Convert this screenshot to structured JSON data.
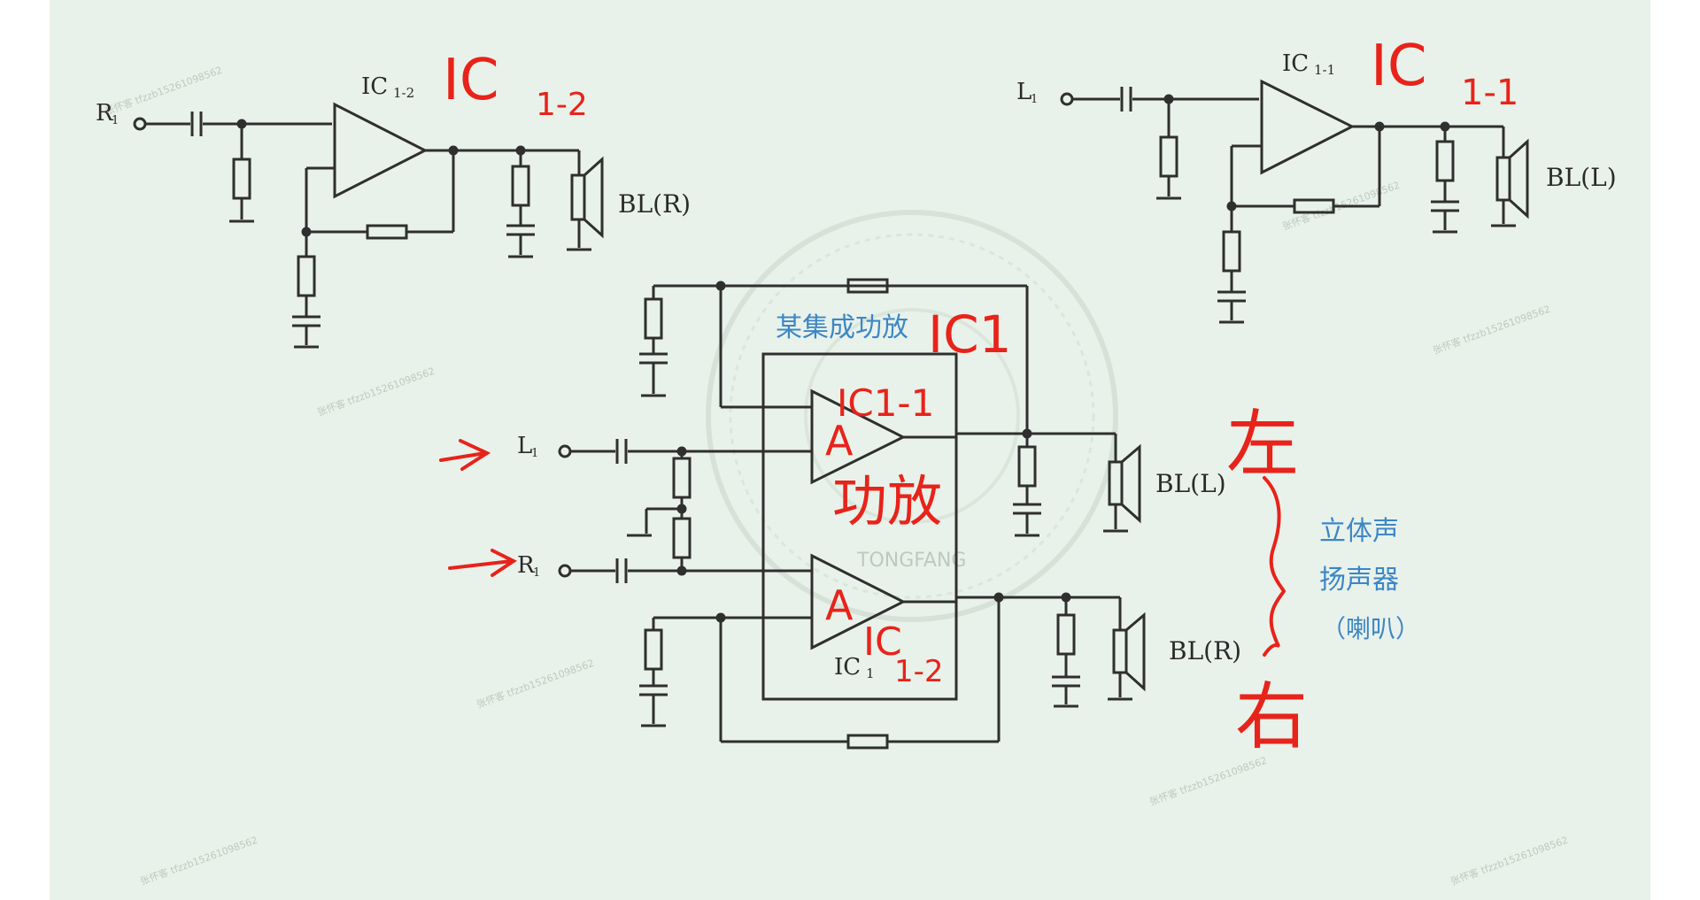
{
  "colors": {
    "panel_bg": "#e8f2ea",
    "wire": "#2f2f2f",
    "handwriting": "#e8231a",
    "annotation_blue": "#3d86c6"
  },
  "top_left_circuit": {
    "input_label": "R",
    "input_sub": "1",
    "ic_label": "IC",
    "ic_sub": "1-2",
    "speaker_label": "BL(R)",
    "handwritten_ic": "IC",
    "handwritten_sub": "1-2"
  },
  "top_right_circuit": {
    "input_label": "L",
    "input_sub": "1",
    "ic_label": "IC",
    "ic_sub": "1-1",
    "speaker_label": "BL(L)",
    "handwritten_ic": "IC",
    "handwritten_sub": "1-1"
  },
  "center_circuit": {
    "chip_caption": "某集成功放",
    "chip_handwritten": "IC1",
    "amp_top_letter": "A",
    "amp_bottom_letter": "A",
    "amp_top_hand": "IC1-1",
    "amp_bottom_hand": "IC",
    "amp_bottom_hand_sub": "1-2",
    "chip_label": "IC",
    "chip_label_sub": "1",
    "middle_handwritten": "功放",
    "input_left_label": "L",
    "input_left_sub": "1",
    "input_right_label": "R",
    "input_right_sub": "1",
    "speaker_left": "BL(L)",
    "speaker_right": "BL(R)",
    "hand_left": "左",
    "hand_right": "右",
    "stereo_line1": "立体声",
    "stereo_line2": "扬声器",
    "stereo_line3": "（喇叭）"
  },
  "watermarks": {
    "brand": "TONGFANG",
    "tag": "张怀客 tfzzb15261098562"
  }
}
